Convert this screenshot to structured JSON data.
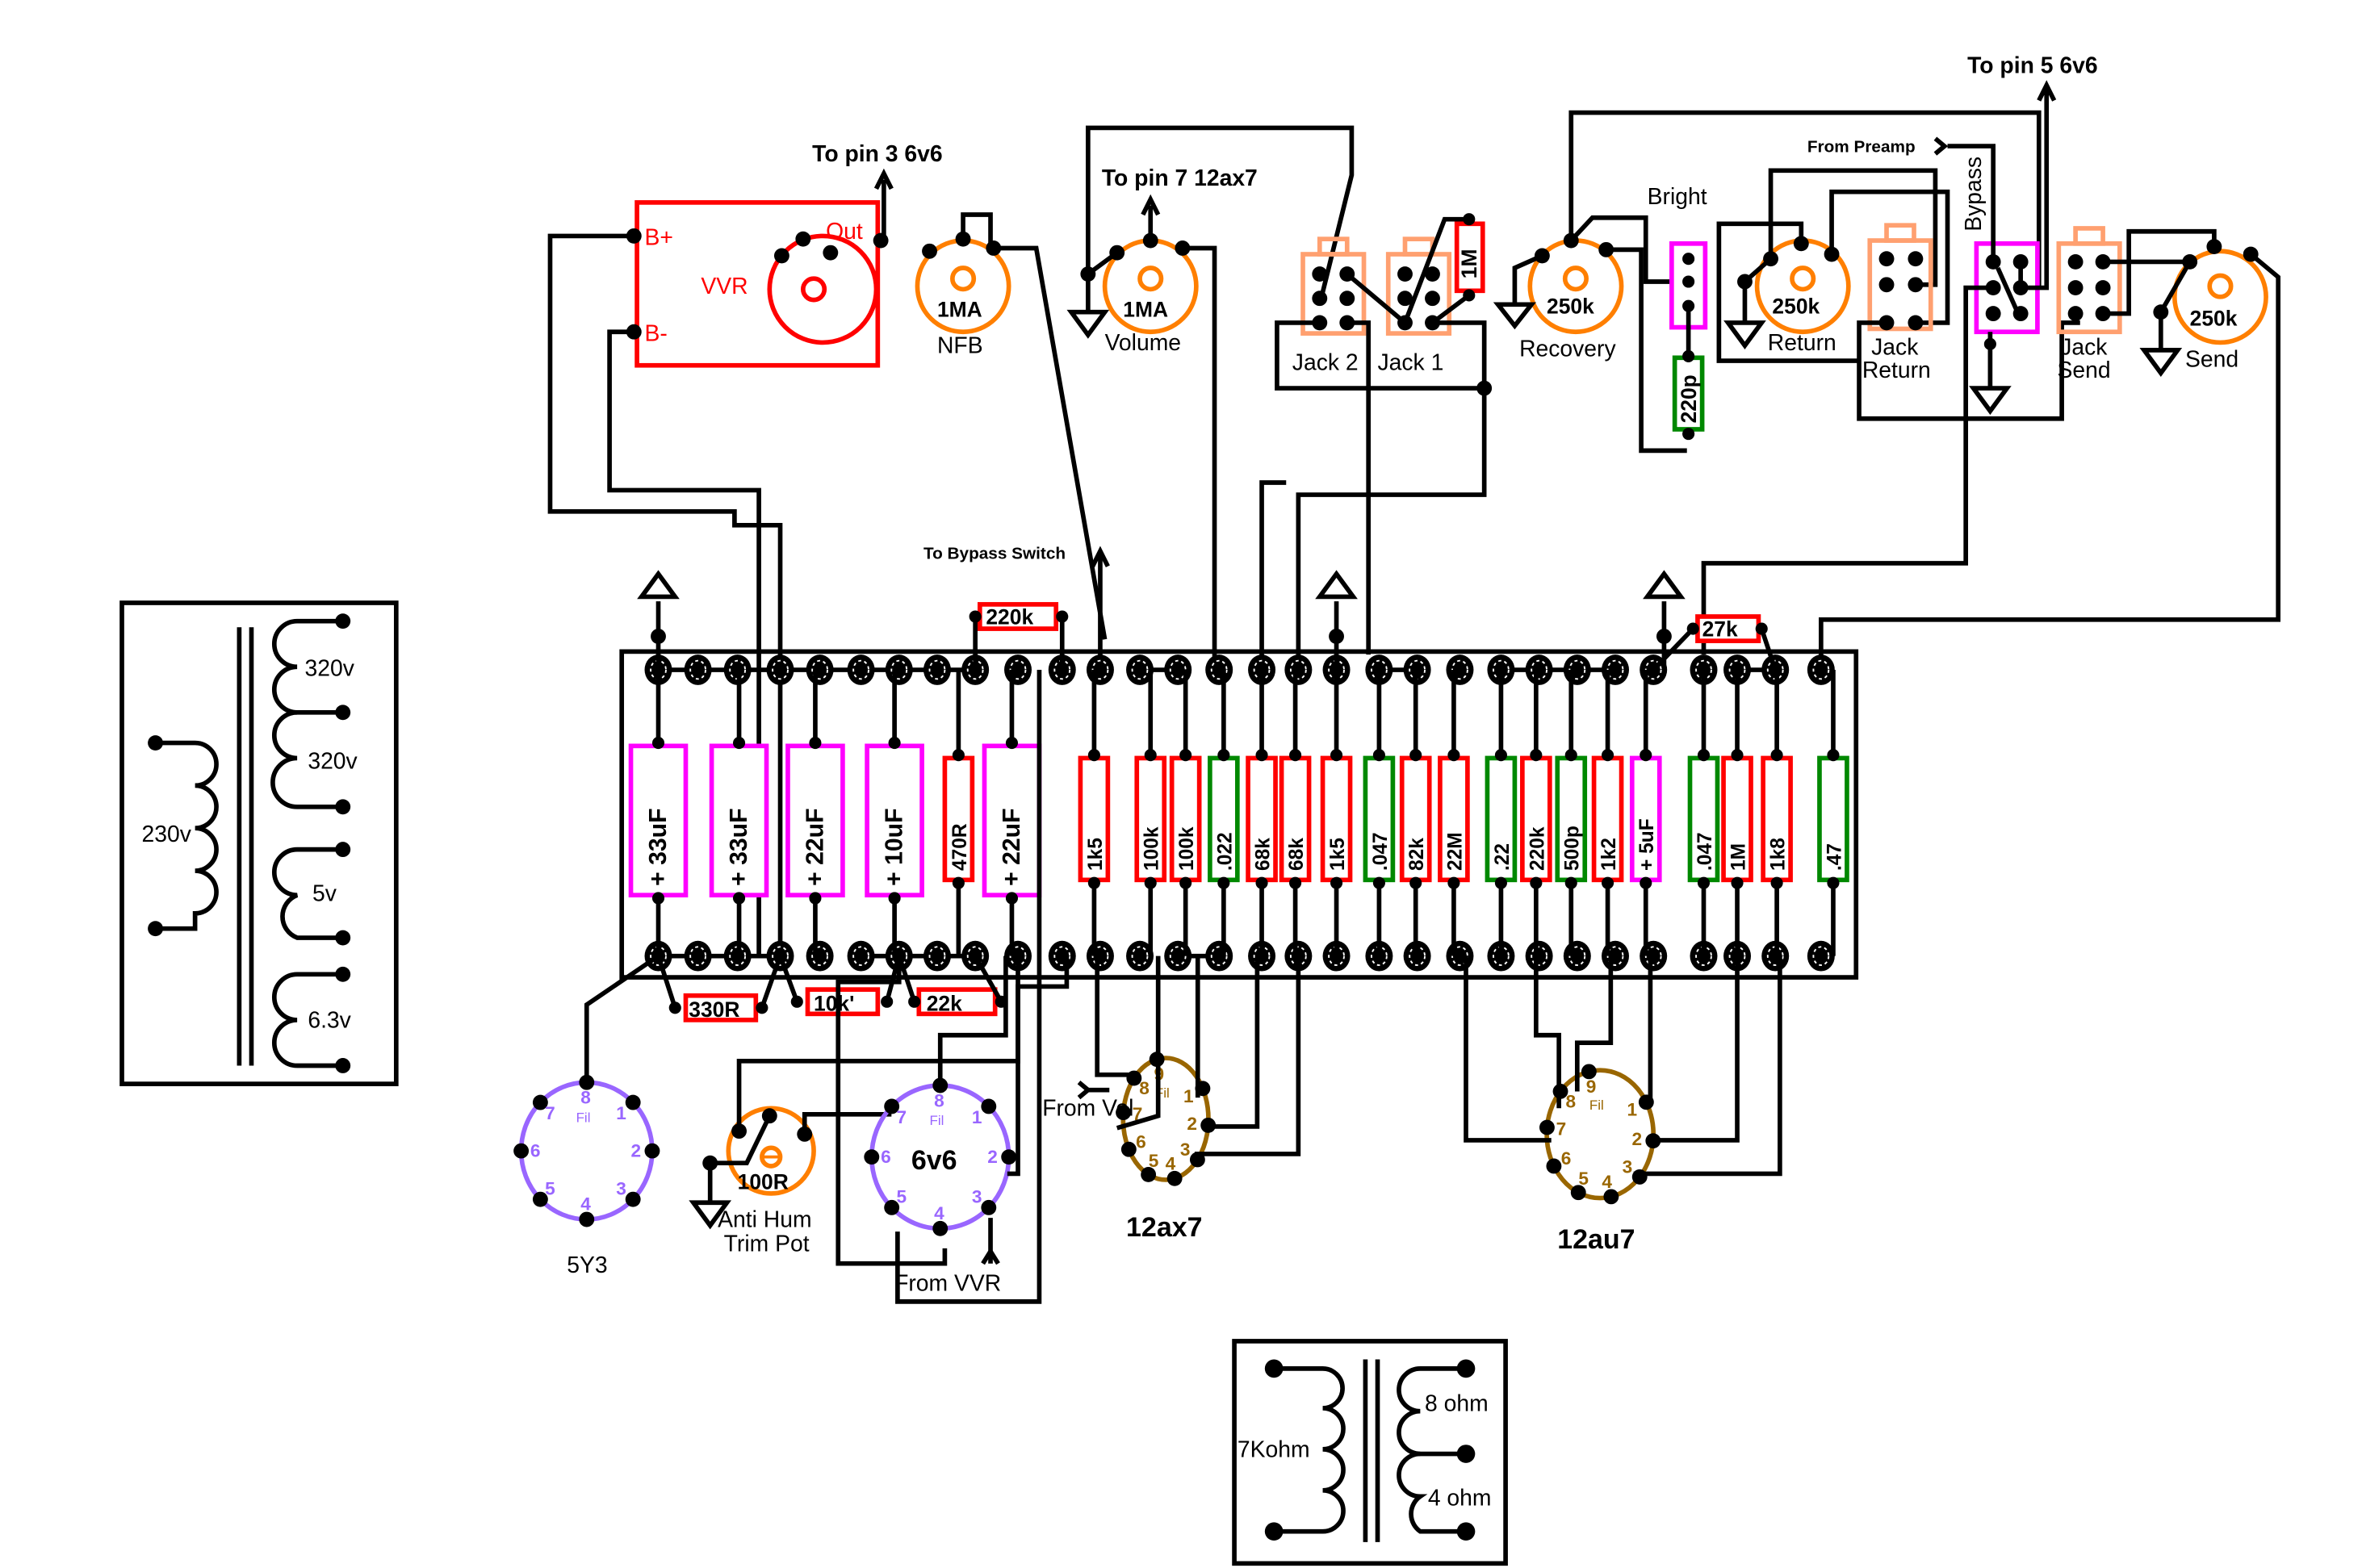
{
  "diagram": {
    "title_labels": {
      "to_pin3_6v6": "To pin 3 6v6",
      "to_pin7_12ax7": "To pin 7 12ax7",
      "to_pin5_6v6": "To pin 5 6v6",
      "from_preamp": "From Preamp",
      "to_bypass_switch": "To Bypass Switch",
      "from_vol": "From Vol",
      "from_vvr": "From VVR",
      "bright": "Bright",
      "bypass": "Bypass"
    },
    "vvr": {
      "label": "VVR",
      "b_plus": "B+",
      "b_minus": "B-",
      "out": "Out",
      "color": "#ff0000"
    },
    "pots": [
      {
        "id": "nfb",
        "value": "1MA",
        "label": "NFB"
      },
      {
        "id": "volume",
        "value": "1MA",
        "label": "Volume"
      },
      {
        "id": "recovery",
        "value": "250k",
        "label": "Recovery"
      },
      {
        "id": "return",
        "value": "250k",
        "label": "Return"
      },
      {
        "id": "send",
        "value": "250k",
        "label": "Send"
      },
      {
        "id": "anti-hum",
        "value": "100R",
        "label_line1": "Anti Hum",
        "label_line2": "Trim Pot"
      }
    ],
    "jacks": [
      {
        "id": "jack2",
        "label": "Jack 2"
      },
      {
        "id": "jack1",
        "label": "Jack 1"
      },
      {
        "id": "jack-return",
        "label_line1": "Jack",
        "label_line2": "Return"
      },
      {
        "id": "jack-send",
        "label_line1": "Jack",
        "label_line2": "Send"
      }
    ],
    "off_board": {
      "jack_resistor": "1M",
      "bright_cap": "220p",
      "r_220k": "220k",
      "r_27k": "27k",
      "r_330r": "330R",
      "r_10k": "10k'",
      "r_22k": "22k"
    },
    "board_components": [
      {
        "value": "33uF",
        "type": "electrolytic",
        "polarity": "+"
      },
      {
        "value": "33uF",
        "type": "electrolytic",
        "polarity": "+"
      },
      {
        "value": "22uF",
        "type": "electrolytic",
        "polarity": "+"
      },
      {
        "value": "10uF",
        "type": "electrolytic",
        "polarity": "+"
      },
      {
        "value": "470R",
        "type": "resistor"
      },
      {
        "value": "22uF",
        "type": "electrolytic",
        "polarity": "+"
      },
      {
        "value": "1k5",
        "type": "resistor"
      },
      {
        "value": "100k",
        "type": "resistor"
      },
      {
        "value": "100k",
        "type": "resistor"
      },
      {
        "value": ".022",
        "type": "capacitor"
      },
      {
        "value": "68k",
        "type": "resistor"
      },
      {
        "value": "68k",
        "type": "resistor"
      },
      {
        "value": "1k5",
        "type": "resistor"
      },
      {
        "value": ".047",
        "type": "capacitor"
      },
      {
        "value": "82k",
        "type": "resistor"
      },
      {
        "value": "22M",
        "type": "resistor"
      },
      {
        "value": ".22",
        "type": "capacitor"
      },
      {
        "value": "220k",
        "type": "resistor"
      },
      {
        "value": "500p",
        "type": "capacitor"
      },
      {
        "value": "1k2",
        "type": "resistor"
      },
      {
        "value": "5uF",
        "type": "electrolytic",
        "polarity": "+"
      },
      {
        "value": ".047",
        "type": "capacitor"
      },
      {
        "value": "1M",
        "type": "resistor"
      },
      {
        "value": "1k8",
        "type": "resistor"
      },
      {
        "value": ".47",
        "type": "capacitor"
      }
    ],
    "power_transformer": {
      "primary": "230v",
      "secondaries": [
        "320v",
        "320v",
        "5v",
        "6.3v"
      ]
    },
    "output_transformer": {
      "primary": "7Kohm",
      "taps": [
        "8 ohm",
        "4 ohm"
      ]
    },
    "tubes": [
      {
        "id": "5y3",
        "label": "5Y3",
        "pins": [
          "1",
          "2",
          "3",
          "4",
          "5",
          "6",
          "7",
          "8"
        ],
        "fil_label": "Fil"
      },
      {
        "id": "6v6",
        "label": "6v6",
        "pins": [
          "1",
          "2",
          "3",
          "4",
          "5",
          "6",
          "7",
          "8"
        ],
        "fil_label": "Fil"
      },
      {
        "id": "12ax7",
        "label": "12ax7",
        "pins": [
          "1",
          "2",
          "3",
          "4",
          "5",
          "6",
          "7",
          "8",
          "9"
        ],
        "fil_label": "Fil"
      },
      {
        "id": "12au7",
        "label": "12au7",
        "pins": [
          "1",
          "2",
          "3",
          "4",
          "5",
          "6",
          "7",
          "8",
          "9"
        ],
        "fil_label": "Fil"
      }
    ],
    "colors": {
      "resistor": "#ff0000",
      "film_cap": "#008800",
      "electrolytic": "#ff00ff",
      "pot": "#ff7f00",
      "jack": "#ffa070",
      "octal_tube": "#9966ff",
      "noval_tube": "#996600",
      "wire": "#000000"
    }
  }
}
